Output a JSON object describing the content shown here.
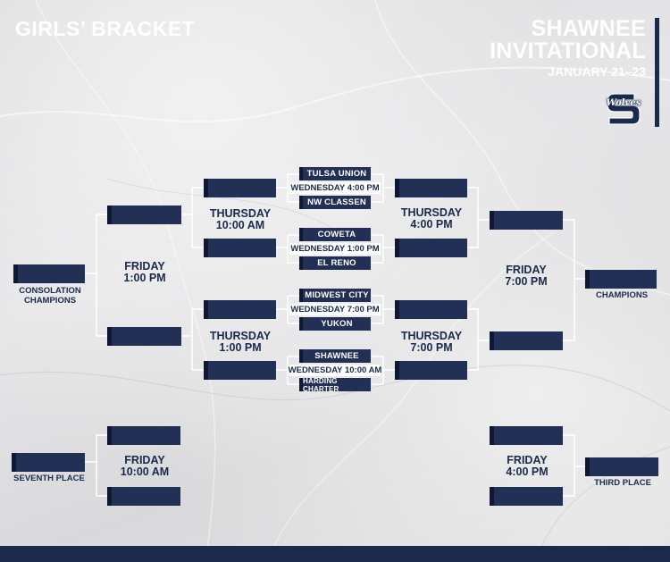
{
  "header": {
    "bracket_title": "GIRLS’ BRACKET",
    "event_line1": "SHAWNEE",
    "event_line2": "INVITATIONAL",
    "event_dates": "JANUARY 21–23",
    "logo_text": "Wolves"
  },
  "games": [
    {
      "team_top": "TULSA UNION",
      "time": "WEDNESDAY 4:00 PM",
      "team_bottom": "NW CLASSEN"
    },
    {
      "team_top": "COWETA",
      "time": "WEDNESDAY 1:00 PM",
      "team_bottom": "EL RENO"
    },
    {
      "team_top": "MIDWEST CITY",
      "time": "WEDNESDAY 7:00 PM",
      "team_bottom": "YUKON"
    },
    {
      "team_top": "SHAWNEE",
      "time": "WEDNESDAY 10:00 AM",
      "team_bottom": "HARDING CHARTER"
    }
  ],
  "rounds": {
    "thursday_left_top": [
      "THURSDAY",
      "10:00 AM"
    ],
    "thursday_left_bottom": [
      "THURSDAY",
      "1:00 PM"
    ],
    "thursday_right_top": [
      "THURSDAY",
      "4:00 PM"
    ],
    "thursday_right_bottom": [
      "THURSDAY",
      "7:00 PM"
    ],
    "friday_consolation": [
      "FRIDAY",
      "1:00 PM"
    ],
    "friday_championship": [
      "FRIDAY",
      "7:00 PM"
    ],
    "friday_seventh": [
      "FRIDAY",
      "10:00 AM"
    ],
    "friday_third": [
      "FRIDAY",
      "4:00 PM"
    ]
  },
  "placements": {
    "consolation": [
      "CONSOLATION",
      "CHAMPIONS"
    ],
    "champions": "CHAMPIONS",
    "seventh": "SEVENTH PLACE",
    "third": "THIRD PLACE"
  },
  "colors": {
    "navy": "#233055",
    "navy_dark": "#0f1733",
    "label_navy": "#1b2a4c",
    "marble_light": "#e6e6e8",
    "line_white": "#ffffff"
  }
}
